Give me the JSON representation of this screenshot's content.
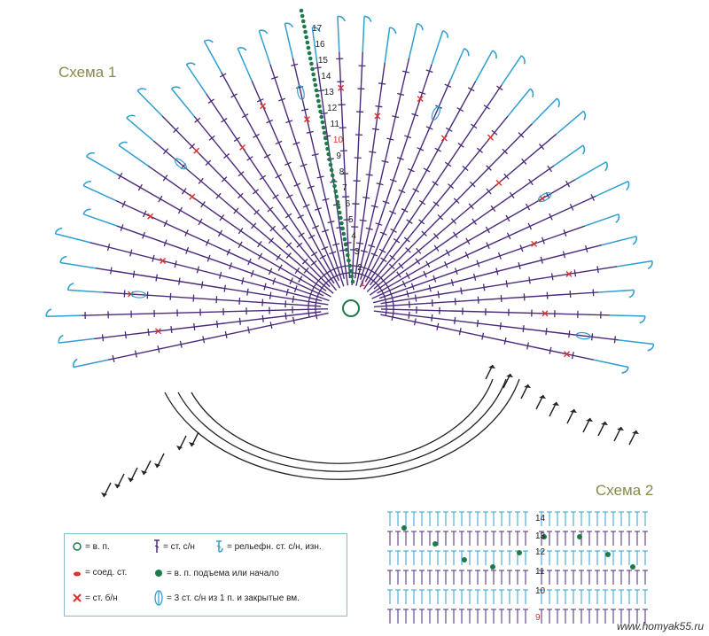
{
  "titles": {
    "scheme1": "Схема 1",
    "scheme2": "Схема 2"
  },
  "scheme1_row_numbers": [
    "1",
    "2",
    "3",
    "4",
    "5",
    "6",
    "7",
    "8",
    "9",
    "10",
    "11",
    "12",
    "13",
    "14",
    "15",
    "16",
    "17"
  ],
  "scheme2_row_numbers": [
    "9",
    "10",
    "11",
    "12",
    "13",
    "14"
  ],
  "legend": {
    "chain": "= в. п.",
    "dc": "= ст. с/н",
    "relief": "= рельефн. ст. с/н, изн.",
    "slip": "= соед. ст.",
    "turning": "= в. п. подъема или начало",
    "sc": "= ст. б/н",
    "cluster": "= 3 ст. с/н из 1 п. и закрытые вм."
  },
  "watermark": "www.homyak55.ru",
  "colors": {
    "purple": "#4a2a7a",
    "blue": "#2f9fd0",
    "green": "#1e7a4a",
    "red": "#d83030",
    "dark": "#222222"
  }
}
